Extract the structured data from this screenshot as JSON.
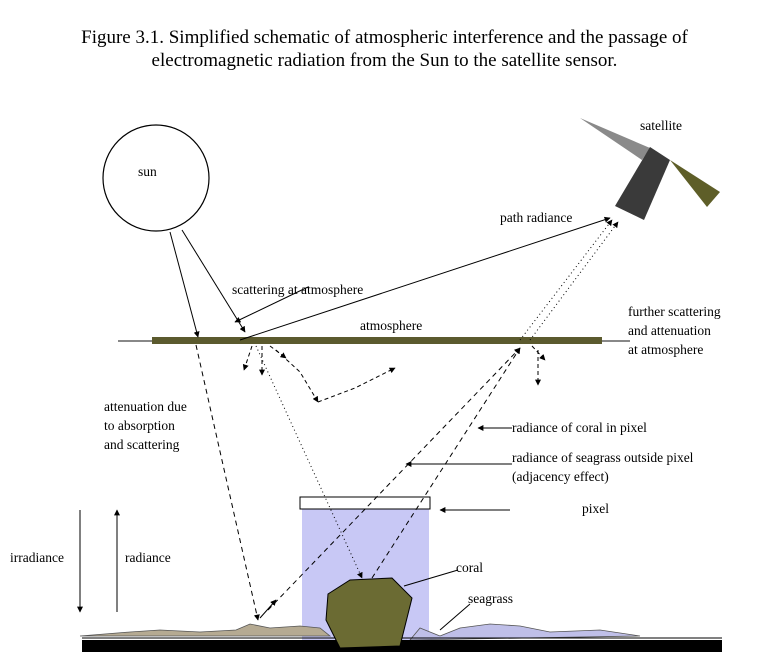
{
  "caption": {
    "line1": "Figure 3.1. Simplified schematic of atmospheric interference and the passage of",
    "line2": "electromagnetic radiation from the Sun to the satellite sensor."
  },
  "labels": {
    "sun": "sun",
    "satellite": "satellite",
    "path_radiance": "path radiance",
    "scattering": "scattering at atmosphere",
    "atmosphere": "atmosphere",
    "further1": "further scattering",
    "further2": "and attenuation",
    "further3": "at atmosphere",
    "atten1": "attenuation due",
    "atten2": "to absorption",
    "atten3": "and scattering",
    "coral_radiance": "radiance of coral in pixel",
    "seagrass1": "radiance of seagrass outside pixel",
    "seagrass2": "(adjacency effect)",
    "pixel": "pixel",
    "irradiance": "irradiance",
    "radiance": "radiance",
    "coral": "coral",
    "seagrass": "seagrass"
  },
  "colors": {
    "atmosphere_bar": "#5b5a2e",
    "pixel_column": "#c8c8f5",
    "coral": "#6b6b33",
    "satellite_body": "#3a3a3a",
    "panel_gray": "#8a8a8a",
    "panel_olive": "#5e5e28",
    "seagrass": "#bfbfe8",
    "sand": "#b5aa92",
    "seabed": "#000000"
  }
}
